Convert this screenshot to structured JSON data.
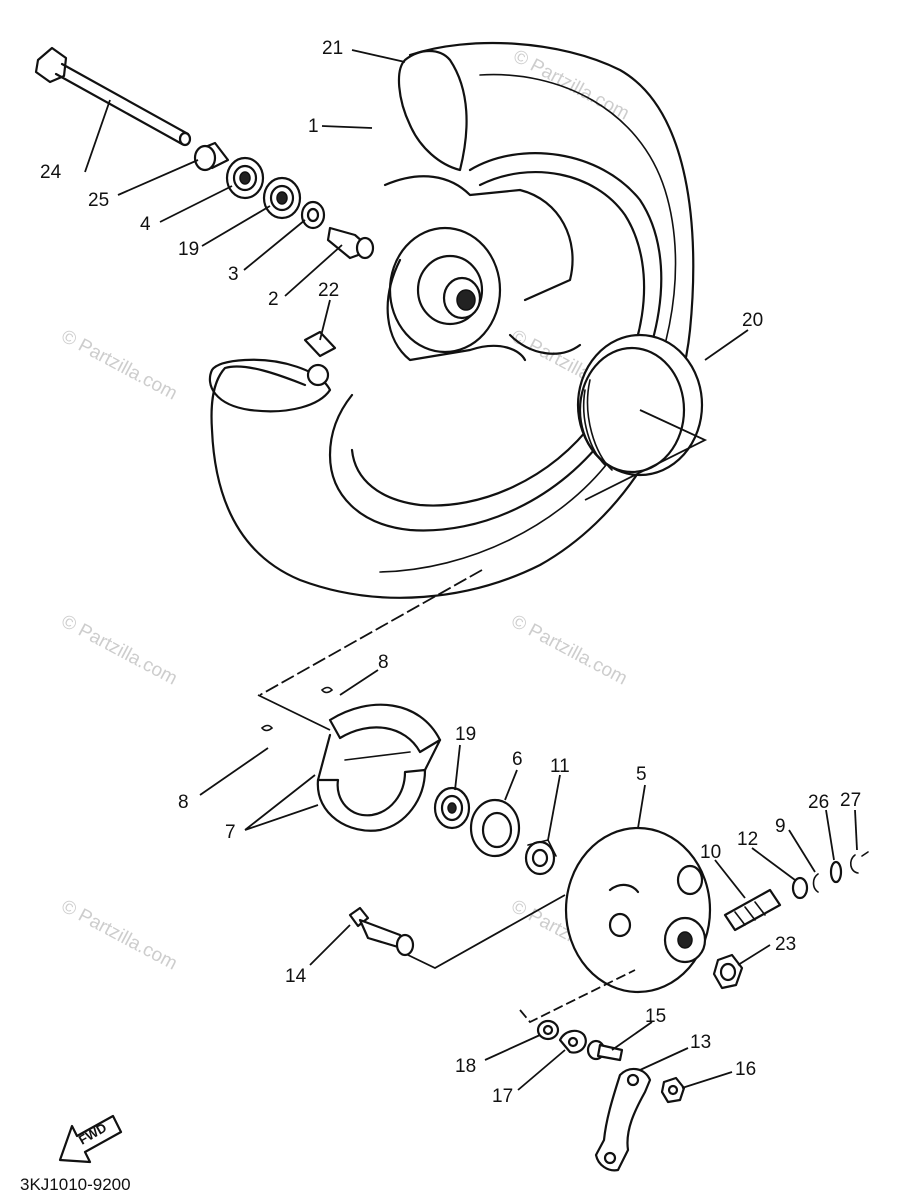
{
  "watermark": "© Partzilla.com",
  "diagram_code": "3KJ1010-9200",
  "fwd_label": "FWD",
  "callouts": [
    "21",
    "1",
    "24",
    "25",
    "4",
    "19",
    "3",
    "2",
    "22",
    "20",
    "8",
    "8",
    "7",
    "19",
    "6",
    "11",
    "5",
    "27",
    "9",
    "26",
    "12",
    "10",
    "14",
    "23",
    "18",
    "17",
    "15",
    "13",
    "16"
  ]
}
